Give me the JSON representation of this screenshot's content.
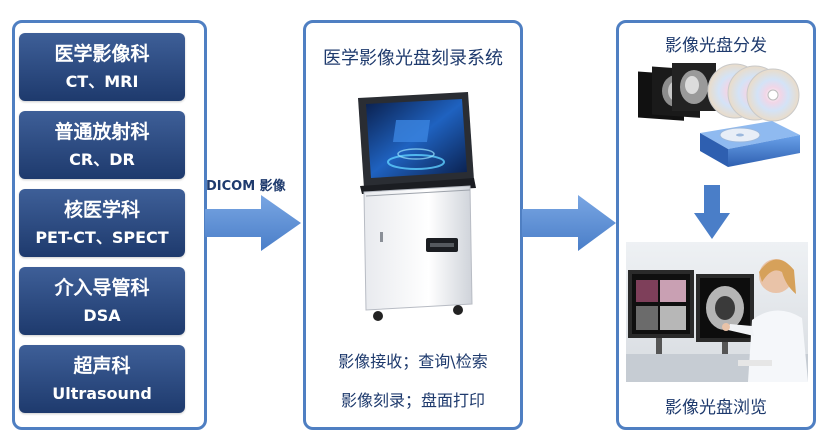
{
  "departments": [
    {
      "name": "医学影像科",
      "modality": "CT、MRI"
    },
    {
      "name": "普通放射科",
      "modality": "CR、DR"
    },
    {
      "name": "核医学科",
      "modality": "PET-CT、SPECT"
    },
    {
      "name": "介入导管科",
      "modality": "DSA"
    },
    {
      "name": "超声科",
      "modality": "Ultrasound"
    }
  ],
  "arrow_label": "DICOM 影像",
  "system": {
    "title": "医学影像光盘刻录系统",
    "line1": "影像接收；查询\\检索",
    "line2": "影像刻录；盘面打印"
  },
  "distribution": {
    "title": "影像光盘分发",
    "caption": "影像光盘浏览"
  },
  "colors": {
    "panel_border": "#4f7fc2",
    "dept_box": "#2b4a80",
    "arrow": "#5b8fd6",
    "text": "#1e3a6d"
  }
}
